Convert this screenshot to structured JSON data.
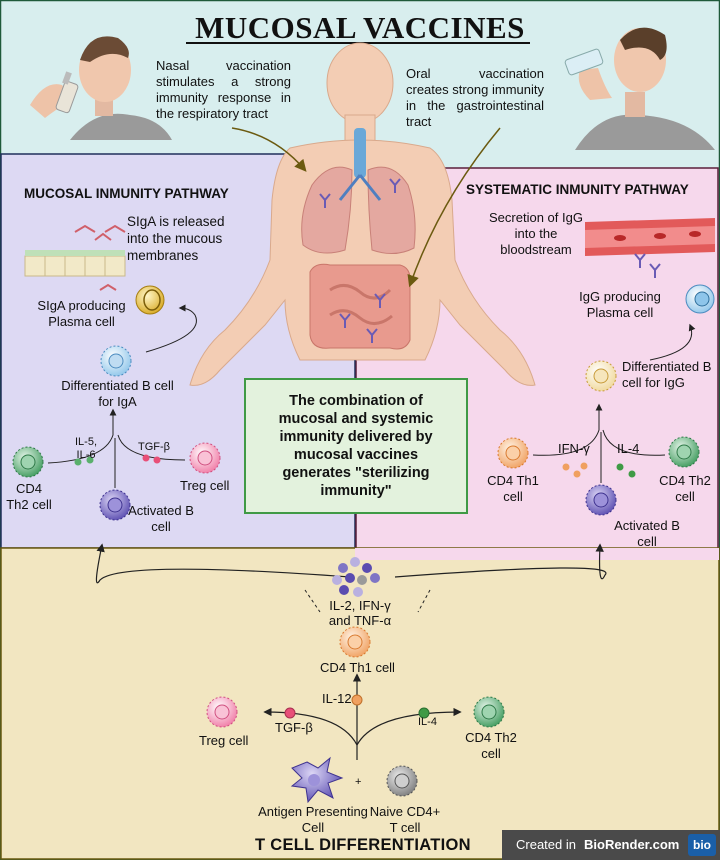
{
  "title": "MUCOSAL VACCINES",
  "nasal_text": "Nasal vaccination stimulates a strong immunity response in the respiratory tract",
  "oral_text": "Oral vaccination creates strong immunity in the gastrointestinal tract",
  "mucosal": {
    "heading": "MUCOSAL INMUNITY PATHWAY",
    "sIgA_release": "SIgA is released into the mucous membranes",
    "plasma_cell": "SIgA producing Plasma cell",
    "diff_b_cell": "Differentiated B cell for IgA",
    "cytokines_left": "IL-5, IL-6",
    "tgf": "TGF-β",
    "th2": "CD4 Th2 cell",
    "treg": "Treg cell",
    "activated_b": "Activated B cell"
  },
  "systemic": {
    "heading": "SYSTEMATIC INMUNITY PATHWAY",
    "igg_secretion": "Secretion of IgG into the bloodstream",
    "plasma_cell": "IgG producing Plasma cell",
    "diff_b_cell": "Differentiated B cell for IgG",
    "ifn": "IFN-γ",
    "il4": "IL-4",
    "th1": "CD4 Th1 cell",
    "th2": "CD4 Th2 cell",
    "activated_b": "Activated B cell"
  },
  "center_box": "The combination of mucosal and systemic immunity delivered by mucosal vaccines generates \"sterilizing immunity\"",
  "tcell": {
    "heading": "T CELL DIFFERENTIATION",
    "cytokines": "IL-2, IFN-γ and TNF-α",
    "th1": "CD4 Th1 cell",
    "il12": "IL-12",
    "tgf": "TGF-β",
    "il4": "IL-4",
    "treg": "Treg cell",
    "th2": "CD4 Th2 cell",
    "plus": "+",
    "apc": "Antigen Presenting Cell",
    "naive": "Naive CD4+ T cell"
  },
  "footer": {
    "created_in": "Created in",
    "brand": "BioRender.com",
    "logo": "bio"
  },
  "colors": {
    "top_bg": "#d8eeee",
    "mucosal_bg": "#ddd9f3",
    "systemic_bg": "#f6d8ec",
    "tcell_bg": "#f2e6c1",
    "center_box_bg": "#e3f2dd",
    "center_box_border": "#3f9a45"
  }
}
